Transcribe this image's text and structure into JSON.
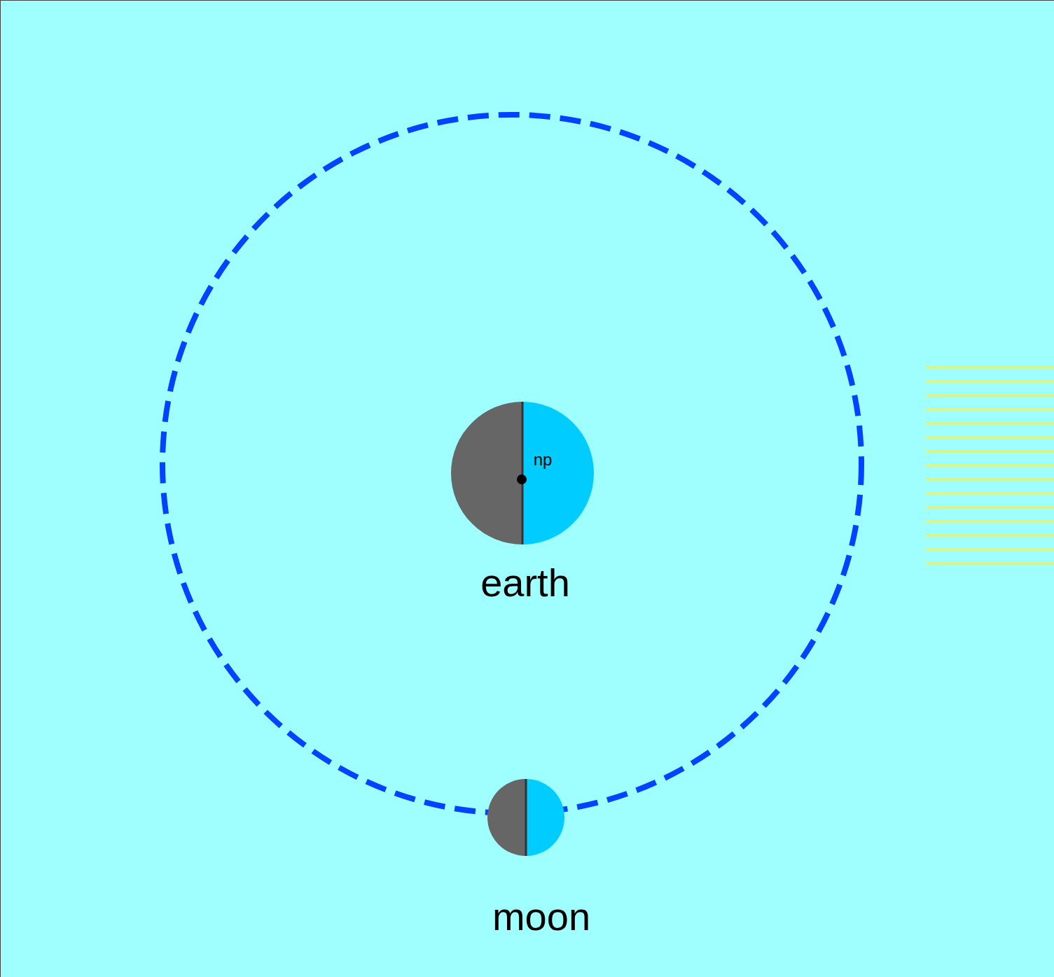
{
  "diagram": {
    "nodes": [
      {
        "text": [
          "earth"
        ]
      },
      {
        "text": [
          "moon"
        ]
      }
    ],
    "labels": [
      "np"
    ]
  }
}
